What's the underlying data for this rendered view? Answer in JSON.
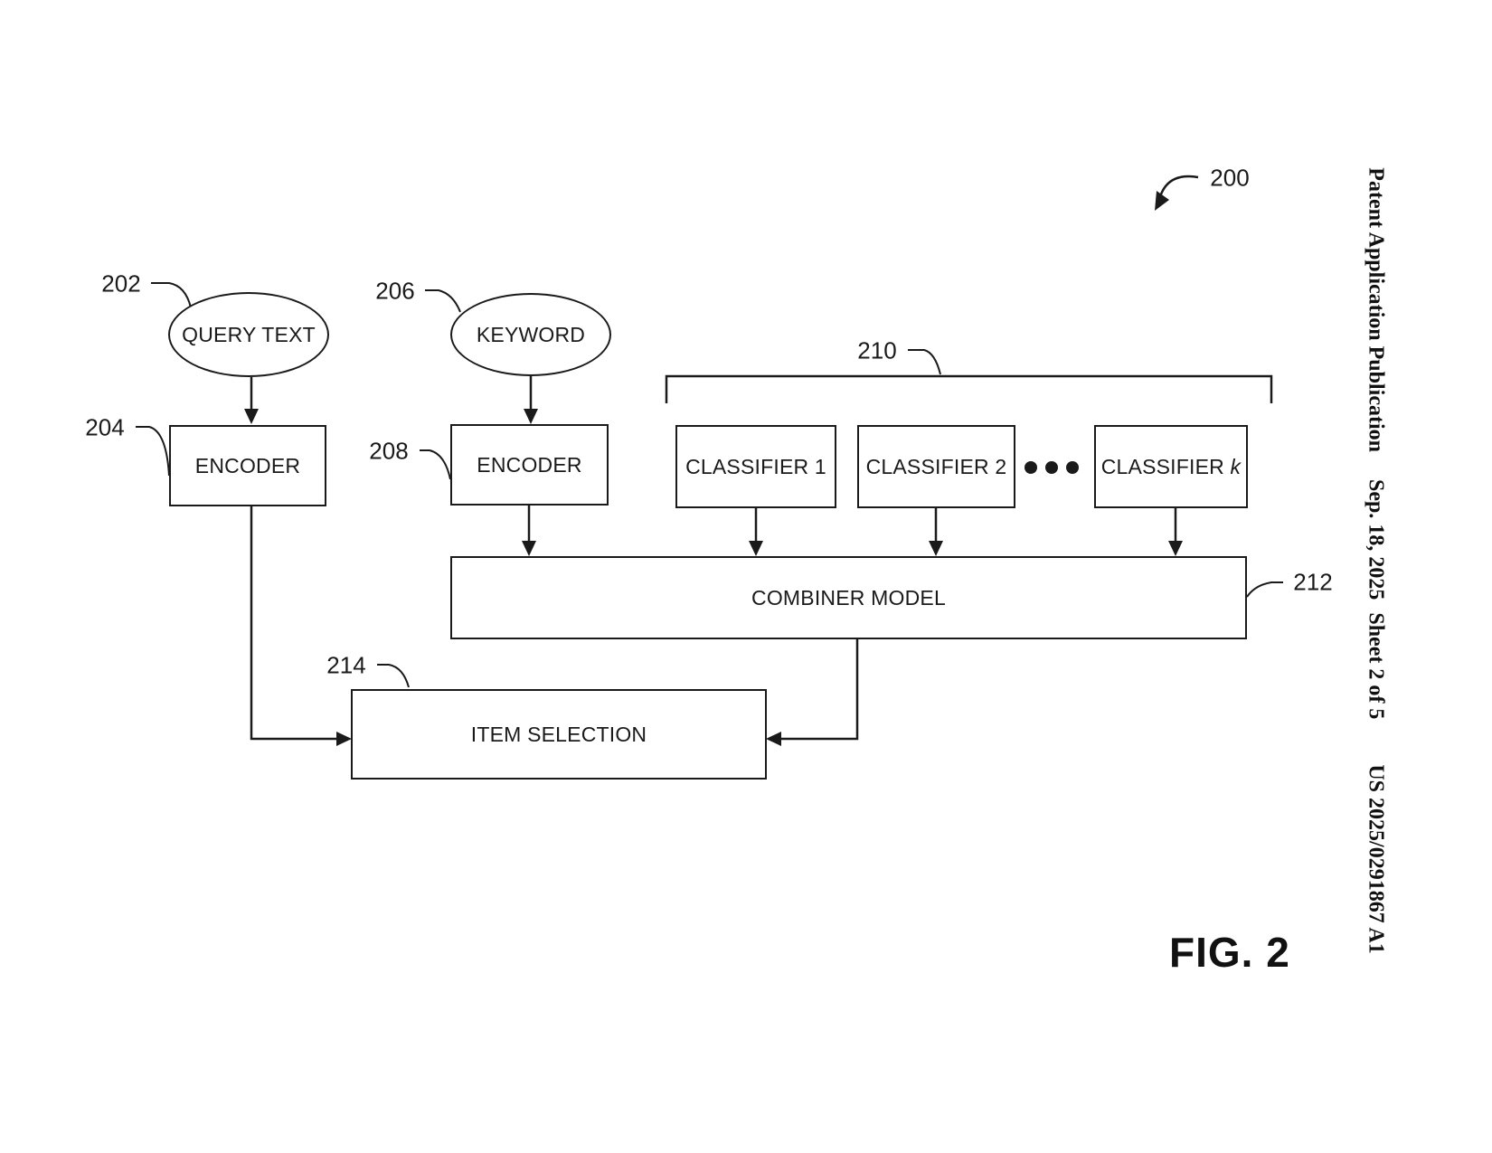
{
  "figure": {
    "fig_label": "FIG. 2",
    "diagram_ref": "200"
  },
  "header": {
    "publication": "Patent Application Publication",
    "date": "Sep. 18, 2025",
    "sheet": "Sheet 2 of 5",
    "doc_number": "US 2025/0291867 A1"
  },
  "nodes": {
    "query_text": {
      "label": "QUERY TEXT",
      "ref": "202"
    },
    "encoder1": {
      "label": "ENCODER",
      "ref": "204"
    },
    "keyword": {
      "label": "KEYWORD",
      "ref": "206"
    },
    "encoder2": {
      "label": "ENCODER",
      "ref": "208"
    },
    "classifier_group": {
      "ref": "210"
    },
    "classifier1": {
      "label": "CLASSIFIER 1"
    },
    "classifier2": {
      "label": "CLASSIFIER 2"
    },
    "classifier_k": {
      "label_prefix": "CLASSIFIER ",
      "label_var": "k"
    },
    "combiner": {
      "label": "COMBINER MODEL",
      "ref": "212"
    },
    "item_selection": {
      "label": "ITEM SELECTION",
      "ref": "214"
    }
  },
  "colors": {
    "ink": "#1a1a1a",
    "background": "#ffffff"
  }
}
